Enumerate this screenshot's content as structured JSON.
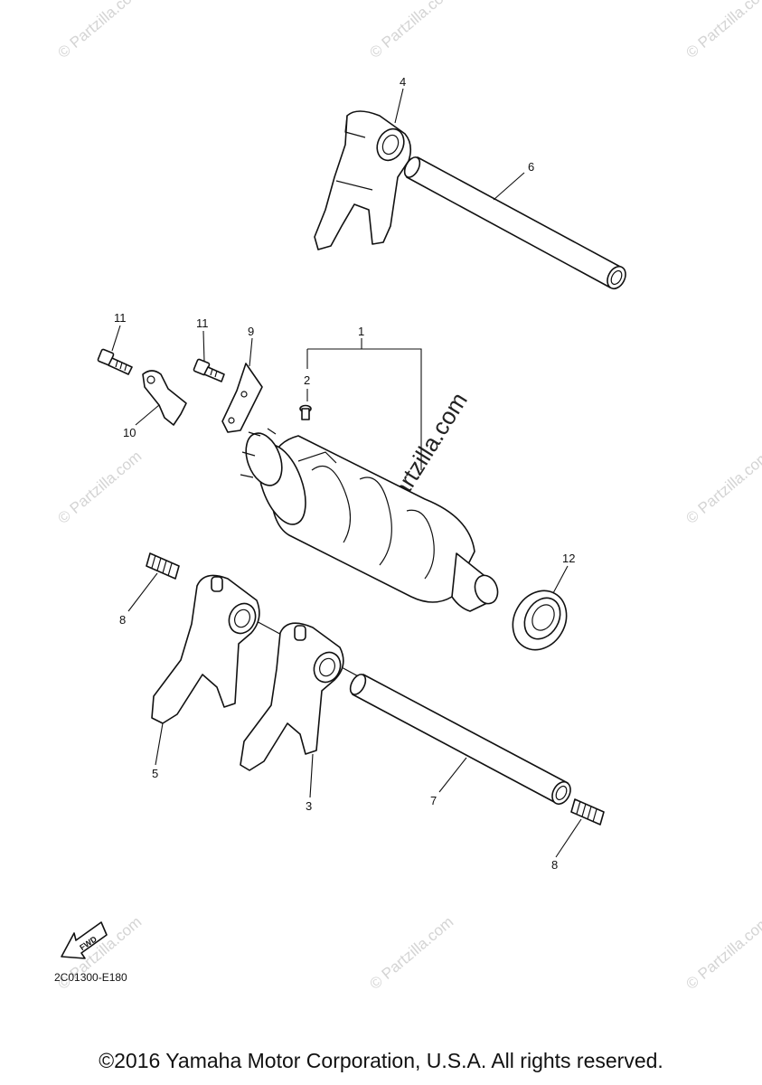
{
  "callouts": {
    "c1": "1",
    "c2": "2",
    "c3": "3",
    "c4": "4",
    "c5": "5",
    "c6": "6",
    "c7": "7",
    "c8a": "8",
    "c8b": "8",
    "c9": "9",
    "c10": "10",
    "c11a": "11",
    "c11b": "11",
    "c12": "12"
  },
  "fwd_label": "FWD",
  "diagram_code": "2C01300-E180",
  "watermark": "© Partzilla.com",
  "copyright": "©2016 Yamaha Motor Corporation, U.S.A. All rights reserved."
}
